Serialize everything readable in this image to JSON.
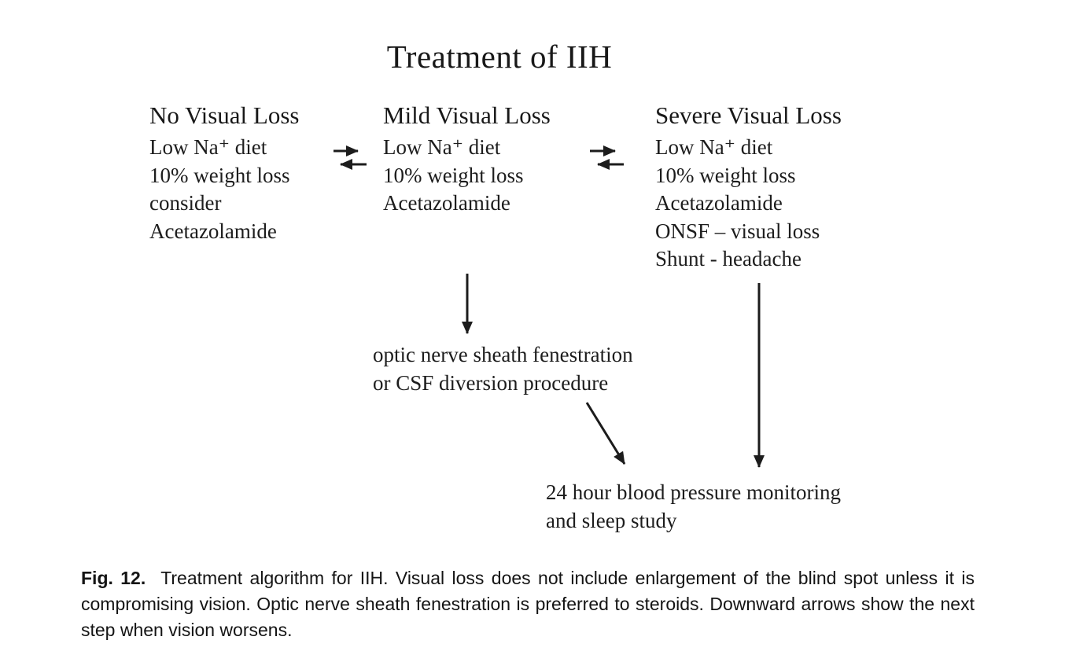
{
  "title": "Treatment of IIH",
  "columns": [
    {
      "id": "no-visual-loss",
      "heading": "No Visual Loss",
      "items": [
        "Low Na⁺ diet",
        "10% weight loss",
        "consider",
        "Acetazolamide"
      ]
    },
    {
      "id": "mild-visual-loss",
      "heading": "Mild Visual Loss",
      "items": [
        "Low Na⁺ diet",
        "10% weight loss",
        "Acetazolamide"
      ]
    },
    {
      "id": "severe-visual-loss",
      "heading": "Severe Visual Loss",
      "items": [
        "Low Na⁺ diet",
        "10% weight loss",
        "Acetazolamide",
        "ONSF – visual loss",
        "Shunt - headache"
      ]
    }
  ],
  "nodes": {
    "onsf": {
      "line1": "optic nerve sheath fenestration",
      "line2": "or CSF diversion procedure"
    },
    "bp": {
      "line1": "24 hour blood pressure monitoring",
      "line2": "and sleep study"
    }
  },
  "connections": [
    {
      "from": "no-visual-loss",
      "to": "mild-visual-loss",
      "type": "bidirectional"
    },
    {
      "from": "mild-visual-loss",
      "to": "severe-visual-loss",
      "type": "bidirectional"
    },
    {
      "from": "mild-visual-loss",
      "to": "onsf-node",
      "type": "down-arrow"
    },
    {
      "from": "onsf-node",
      "to": "bp-node",
      "type": "diagonal-down-arrow"
    },
    {
      "from": "severe-visual-loss",
      "to": "bp-node",
      "type": "down-arrow"
    }
  ],
  "caption": {
    "label": "Fig. 12.",
    "text": "Treatment algorithm for IIH. Visual loss does not include enlargement of the blind spot unless it is compromising vision. Optic nerve sheath fenestration is preferred to steroids. Downward arrows show the next step when vision worsens."
  },
  "colors": {
    "text": "#1a1a1a",
    "background": "#ffffff"
  }
}
